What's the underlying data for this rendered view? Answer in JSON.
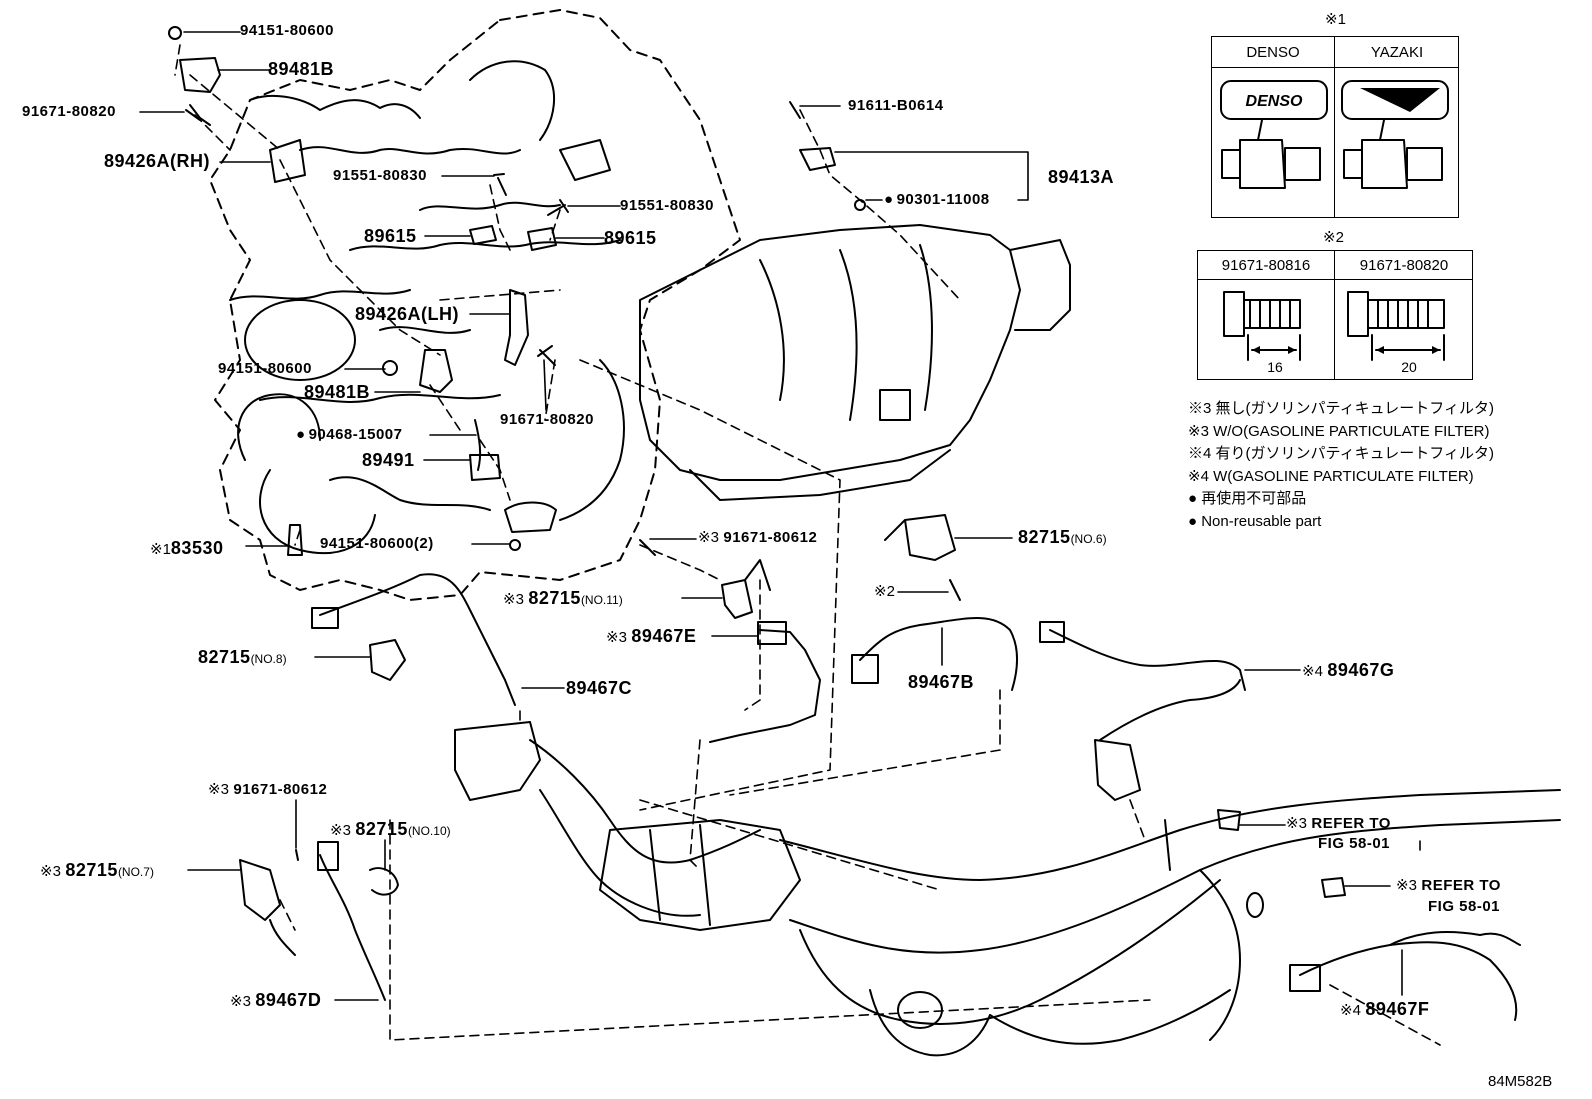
{
  "parts": {
    "p01": "94151-80600",
    "p02": "89481B",
    "p03": "91671-80820",
    "p04": "89426A(RH)",
    "p05": "91551-80830",
    "p06": "91551-80830",
    "p07": "89615",
    "p08": "89615",
    "p09": "89426A(LH)",
    "p10": "94151-80600",
    "p11": "89481B",
    "p12": "91671-80820",
    "p13": "90468-15007",
    "p14": "89491",
    "p15": "94151-80600(2)",
    "p16": "83530",
    "p17": "91611-B0614",
    "p18": "89413A",
    "p19": "90301-11008",
    "p20": "91671-80612",
    "p21": "82715",
    "p21s": "(NO.11)",
    "p22": "82715",
    "p22s": "(NO.6)",
    "p23": "82715",
    "p23s": "(NO.8)",
    "p24": "89467E",
    "p25": "89467C",
    "p26": "89467B",
    "p27": "89467G",
    "p28": "91671-80612",
    "p29": "82715",
    "p29s": "(NO.10)",
    "p30": "82715",
    "p30s": "(NO.7)",
    "p31": "89467D",
    "p32": "89467F",
    "m1": "※1",
    "m2": "※2",
    "m3": "※3",
    "m4": "※4"
  },
  "refs": {
    "r1a": "REFER TO",
    "r1b": "FIG 58-01",
    "r2a": "REFER TO",
    "r2b": "FIG 58-01"
  },
  "box1": {
    "title": "※1",
    "col1": "DENSO",
    "col2": "YAZAKI",
    "logo": "DENSO"
  },
  "box2": {
    "title": "※2",
    "col1": "91671-80816",
    "col2": "91671-80820",
    "dim1": "16",
    "dim2": "20"
  },
  "notes": [
    "※3 無し(ガソリンパティキュレートフィルタ)",
    "※3 W/O(GASOLINE PARTICULATE FILTER)",
    "※4 有り(ガソリンパティキュレートフィルタ)",
    "※4 W(GASOLINE PARTICULATE FILTER)",
    "● 再使用不可部品",
    "● Non-reusable part"
  ],
  "figure_code": "84M582B",
  "colors": {
    "ink": "#000000",
    "paper": "#ffffff"
  }
}
